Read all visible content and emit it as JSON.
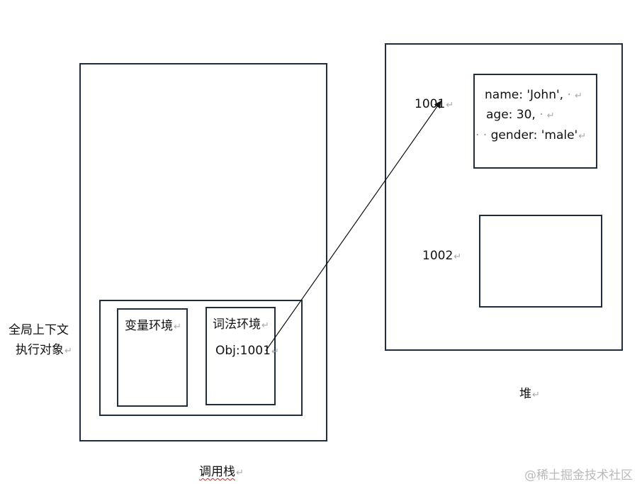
{
  "call_stack": {
    "label": "调用栈",
    "global_context_label_line1": "全局上下文",
    "global_context_label_line2": "执行对象",
    "variable_env_label": "变量环境",
    "lexical_env_label": "词法环境",
    "lexical_env_value": "Obj:1001"
  },
  "heap": {
    "label": "堆",
    "address_1": "1001",
    "address_2": "1002",
    "object_1001": {
      "line1": "name: 'John',",
      "line2": "age: 30,",
      "line3": "gender: 'male'"
    }
  },
  "watermark": "@稀土掘金技术社区",
  "colors": {
    "box_border": "#1f2d3d",
    "arrow": "#111111",
    "return_mark": "#a8a8a8",
    "watermark": "#b9b9b9"
  }
}
